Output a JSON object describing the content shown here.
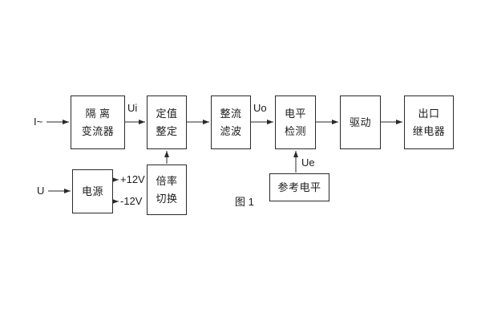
{
  "figure": {
    "caption": "图 1"
  },
  "inputs": {
    "current": "I~",
    "voltage": "U"
  },
  "signals": {
    "ui": "Ui",
    "uo": "Uo",
    "ue": "Ue",
    "plus12v": "+12V",
    "minus12v": "-12V"
  },
  "blocks": {
    "isolation": {
      "line1": "隔 离",
      "line2": "变流器"
    },
    "setting": {
      "line1": "定值",
      "line2": "整定"
    },
    "rectifier": {
      "line1": "整流",
      "line2": "滤波"
    },
    "level_detect": {
      "line1": "电平",
      "line2": "检测"
    },
    "drive": {
      "label": "驱动"
    },
    "output_relay": {
      "line1": "出口",
      "line2": "继电器"
    },
    "power": {
      "label": "电源"
    },
    "ratio_switch": {
      "line1": "倍率",
      "line2": "切换"
    },
    "reference_level": {
      "label": "参考电平"
    }
  }
}
